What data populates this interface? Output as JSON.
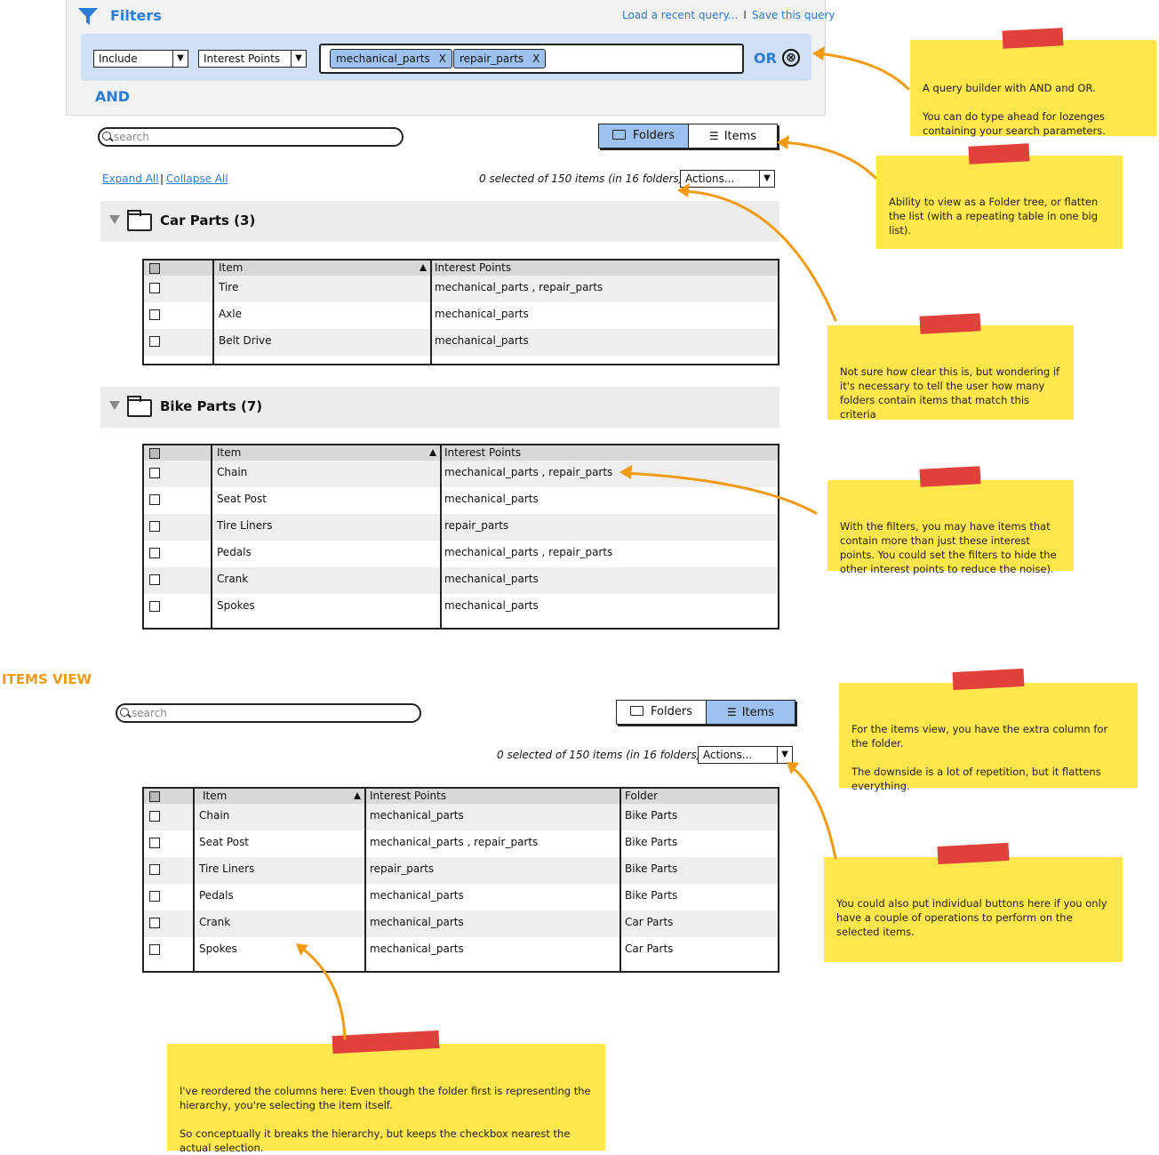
{
  "filters": {
    "title": "Filters",
    "load_recent": "Load a recent query...",
    "link_separator": "I",
    "save_query": "Save this query",
    "include_select": "Include",
    "field_select": "Interest Points",
    "lozenges": [
      {
        "label": "mechanical_parts",
        "remove": "X"
      },
      {
        "label": "repair_parts",
        "remove": "X"
      }
    ],
    "or_label": "OR",
    "and_label": "AND",
    "clear_glyph": "⊗"
  },
  "folder_view": {
    "search_placeholder": "search",
    "toggle": {
      "folders": "Folders",
      "items": "Items",
      "active": "folders"
    },
    "expand_all": "Expand All",
    "link_separator": "|",
    "collapse_all": "Collapse All",
    "count_text": "0 selected of 150 items (in 16 folders)",
    "actions": "Actions...",
    "groups": [
      {
        "title": "Car Parts (3)",
        "columns": [
          "Item",
          "Interest Points"
        ],
        "rows": [
          {
            "item": "Tire",
            "points": "mechanical_parts , repair_parts"
          },
          {
            "item": "Axle",
            "points": "mechanical_parts"
          },
          {
            "item": "Belt Drive",
            "points": "mechanical_parts"
          }
        ]
      },
      {
        "title": "Bike Parts (7)",
        "columns": [
          "Item",
          "Interest Points"
        ],
        "rows": [
          {
            "item": "Chain",
            "points": "mechanical_parts , repair_parts"
          },
          {
            "item": "Seat Post",
            "points": "mechanical_parts"
          },
          {
            "item": "Tire Liners",
            "points": "repair_parts"
          },
          {
            "item": "Pedals",
            "points": "mechanical_parts , repair_parts"
          },
          {
            "item": "Crank",
            "points": "mechanical_parts"
          },
          {
            "item": "Spokes",
            "points": "mechanical_parts"
          }
        ]
      }
    ]
  },
  "items_view": {
    "section_label": "ITEMS VIEW",
    "search_placeholder": "search",
    "toggle": {
      "folders": "Folders",
      "items": "Items",
      "active": "items"
    },
    "count_text": "0 selected of 150 items (in 16 folders)",
    "actions": "Actions...",
    "columns": [
      "Item",
      "Interest Points",
      "Folder"
    ],
    "rows": [
      {
        "item": "Chain",
        "points": "mechanical_parts",
        "folder": "Bike Parts"
      },
      {
        "item": "Seat Post",
        "points": "mechanical_parts , repair_parts",
        "folder": "Bike Parts"
      },
      {
        "item": "Tire Liners",
        "points": "repair_parts",
        "folder": "Bike Parts"
      },
      {
        "item": "Pedals",
        "points": "mechanical_parts",
        "folder": "Bike Parts"
      },
      {
        "item": "Crank",
        "points": "mechanical_parts",
        "folder": "Car Parts"
      },
      {
        "item": "Spokes",
        "points": "mechanical_parts",
        "folder": "Car Parts"
      }
    ]
  },
  "notes": [
    "A query builder with AND and OR.\n\nYou can do type ahead for lozenges containing your search parameters.",
    "Ability to view as a Folder tree, or flatten the list (with a repeating table in one big list).",
    "Not sure how clear this is, but wondering if it's necessary to tell the user how many folders contain items that match this criteria",
    "With the filters, you may have items that contain more than just these interest points. You could set the filters to hide the other interest points to reduce the noise).",
    "For the items view, you have the extra column for the folder.\n\nThe downside is a lot of repetition, but it flattens everything.",
    "You could also put individual buttons here if you only have a couple of operations to perform on the selected items.",
    "I've reordered the columns here: Even though the folder first is representing the hierarchy, you're selecting the item itself.\n\nSo conceptually it breaks the hierarchy, but keeps the checkbox nearest the actual selection."
  ],
  "colors": {
    "accent": "#2b7bd8",
    "note": "#ffe64d",
    "tape": "#e0413a",
    "arrow": "#f39a14",
    "active_toggle": "#9ec2f0"
  }
}
